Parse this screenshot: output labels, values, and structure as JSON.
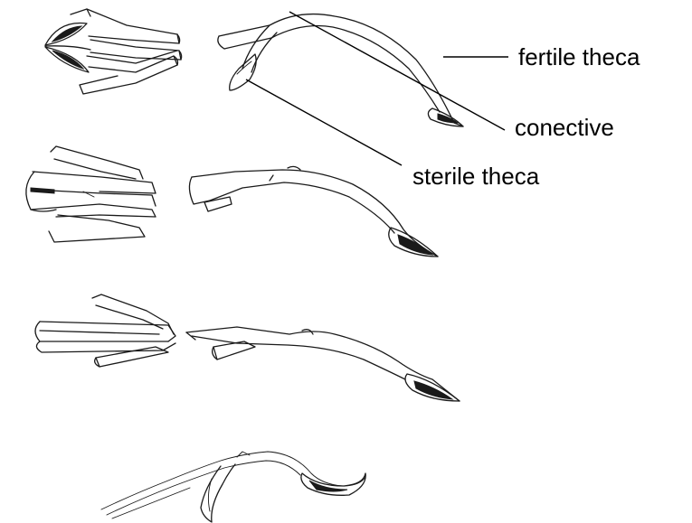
{
  "labels": {
    "fertile_theca": "fertile theca",
    "conective": "conective",
    "sterile_theca": "sterile theca"
  }
}
